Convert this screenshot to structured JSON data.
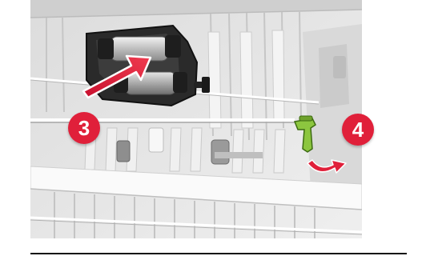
{
  "figure": {
    "steps": [
      {
        "number": "3"
      },
      {
        "number": "4"
      }
    ],
    "colors": {
      "badge": "#e0203a",
      "arrow": "#e0203a",
      "latch": "#8cc63f",
      "panel": "#e4e4e4",
      "rule": "#111111"
    },
    "icons": {
      "step3_arrow": "diagonal-insert-arrow",
      "step4_arrow": "curved-rotate-arrow",
      "latch": "green-latch-icon",
      "roller": "pick-roller-assembly"
    }
  }
}
